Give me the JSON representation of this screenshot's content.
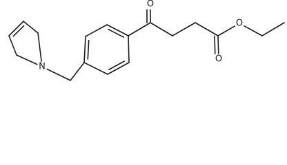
{
  "molecule": {
    "atoms": [
      {
        "id": "c_ring1",
        "symbol": "C"
      },
      {
        "id": "c_ring2",
        "symbol": "C"
      },
      {
        "id": "c_ring3",
        "symbol": "C"
      },
      {
        "id": "c_ring4",
        "symbol": "C"
      },
      {
        "id": "n_pyrroline",
        "symbol": "N",
        "label": "N"
      },
      {
        "id": "c_methylene",
        "symbol": "C"
      },
      {
        "id": "c_ar1",
        "symbol": "C"
      },
      {
        "id": "c_ar2",
        "symbol": "C"
      },
      {
        "id": "c_ar3",
        "symbol": "C"
      },
      {
        "id": "c_ar4",
        "symbol": "C"
      },
      {
        "id": "c_ar5",
        "symbol": "C"
      },
      {
        "id": "c_ar6",
        "symbol": "C"
      },
      {
        "id": "c_ketone",
        "symbol": "C"
      },
      {
        "id": "o_ketone",
        "symbol": "O",
        "label": "O"
      },
      {
        "id": "c_chain1",
        "symbol": "C"
      },
      {
        "id": "c_chain2",
        "symbol": "C"
      },
      {
        "id": "c_ester",
        "symbol": "C"
      },
      {
        "id": "o_ester_carbonyl",
        "symbol": "O",
        "label": "O"
      },
      {
        "id": "o_ester_ether",
        "symbol": "O",
        "label": "O"
      },
      {
        "id": "c_ethyl1",
        "symbol": "C"
      },
      {
        "id": "c_ethyl2",
        "symbol": "C"
      }
    ],
    "bonds": [
      {
        "from": "c_ring1",
        "to": "c_ring2",
        "order": 2
      },
      {
        "from": "c_ring2",
        "to": "c_ring3",
        "order": 1
      },
      {
        "from": "c_ring3",
        "to": "n_pyrroline",
        "order": 1
      },
      {
        "from": "n_pyrroline",
        "to": "c_ring4",
        "order": 1
      },
      {
        "from": "c_ring4",
        "to": "c_ring1",
        "order": 1
      },
      {
        "from": "n_pyrroline",
        "to": "c_methylene",
        "order": 1
      },
      {
        "from": "c_methylene",
        "to": "c_ar1",
        "order": 1
      },
      {
        "from": "c_ar1",
        "to": "c_ar2",
        "order": 2
      },
      {
        "from": "c_ar2",
        "to": "c_ar3",
        "order": 1
      },
      {
        "from": "c_ar3",
        "to": "c_ar4",
        "order": 2
      },
      {
        "from": "c_ar4",
        "to": "c_ar5",
        "order": 1
      },
      {
        "from": "c_ar5",
        "to": "c_ar6",
        "order": 2
      },
      {
        "from": "c_ar6",
        "to": "c_ar1",
        "order": 1
      },
      {
        "from": "c_ar4",
        "to": "c_ketone",
        "order": 1
      },
      {
        "from": "c_ketone",
        "to": "o_ketone",
        "order": 2
      },
      {
        "from": "c_ketone",
        "to": "c_chain1",
        "order": 1
      },
      {
        "from": "c_chain1",
        "to": "c_chain2",
        "order": 1
      },
      {
        "from": "c_chain2",
        "to": "c_ester",
        "order": 1
      },
      {
        "from": "c_ester",
        "to": "o_ester_carbonyl",
        "order": 2
      },
      {
        "from": "c_ester",
        "to": "o_ester_ether",
        "order": 1
      },
      {
        "from": "o_ester_ether",
        "to": "c_ethyl1",
        "order": 1
      },
      {
        "from": "c_ethyl1",
        "to": "c_ethyl2",
        "order": 1
      }
    ]
  }
}
